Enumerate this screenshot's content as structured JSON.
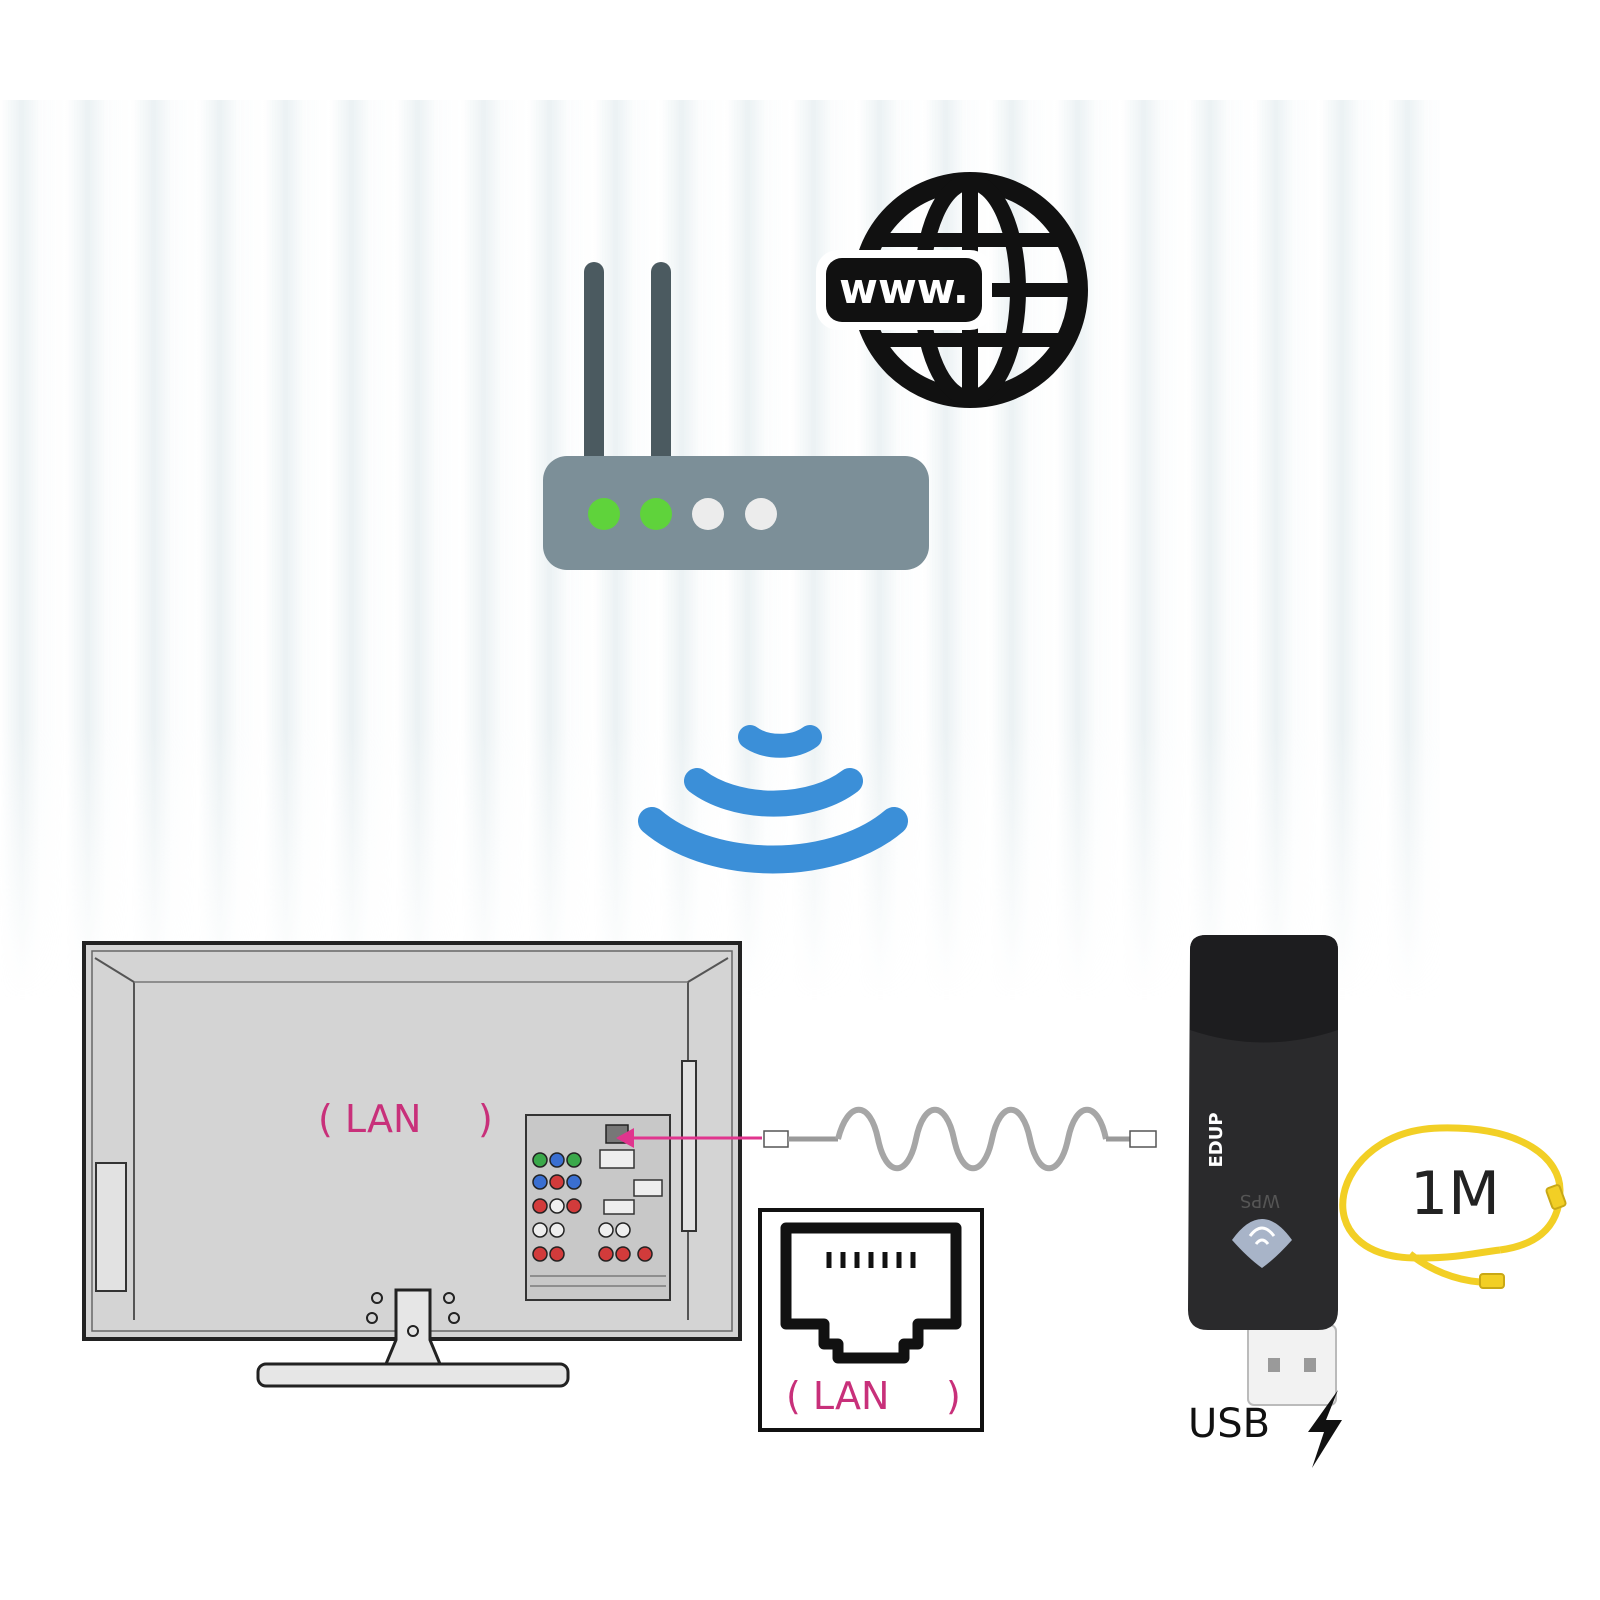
{
  "globe": {
    "label": "www."
  },
  "tv": {
    "port_label_open": "( LAN",
    "port_label_close": ")"
  },
  "lan_callout": {
    "label_open": "( LAN",
    "label_close": ")"
  },
  "adapter": {
    "logo_text": "EDUP",
    "wps_text": "WPS"
  },
  "usb": {
    "label": "USB"
  },
  "cable": {
    "length_label": "1M"
  },
  "colors": {
    "router_body": "#7c8f98",
    "router_antenna": "#4b5a60",
    "led_on": "#5fd33b",
    "led_off": "#ececec",
    "wifi_signal": "#3b8fd8",
    "lan_text": "#c8307a",
    "arrow": "#e0358e",
    "ethernet_cable": "#f2cf25",
    "adapter_body": "#2a2a2c"
  }
}
